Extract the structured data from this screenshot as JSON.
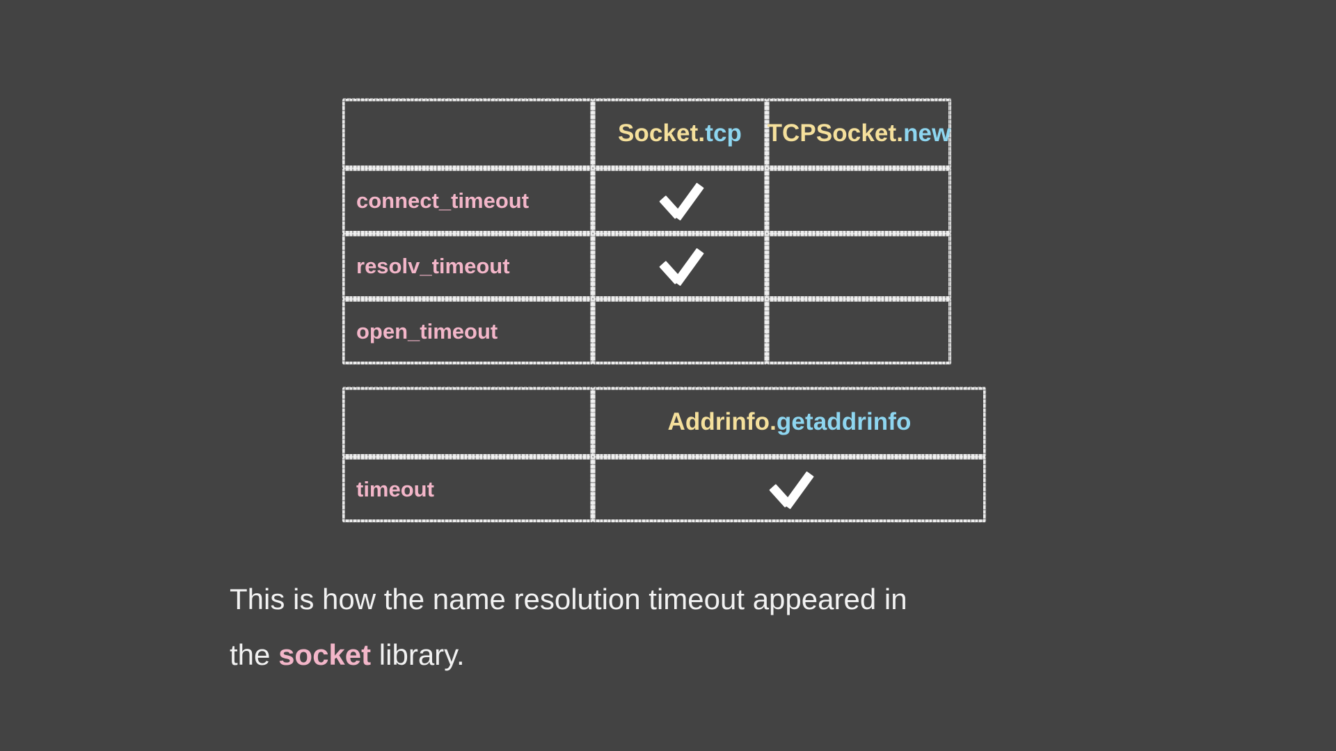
{
  "slide": {
    "background_color": "#434343",
    "accent_colors": {
      "pink": "#f3b6c9",
      "cream": "#f5e09c",
      "blue": "#8ed6f0",
      "chalk_white": "#f2f2f2"
    }
  },
  "table_socket": {
    "name": "socket-timeout-support-table",
    "corner_header": "",
    "columns": [
      {
        "prefix": "Socket.",
        "suffix": "tcp"
      },
      {
        "prefix": "TCPSocket.",
        "suffix": "new"
      }
    ],
    "rows": [
      {
        "label": "connect_timeout",
        "cells": [
          "check",
          ""
        ]
      },
      {
        "label": "resolv_timeout",
        "cells": [
          "check",
          ""
        ]
      },
      {
        "label": "open_timeout",
        "cells": [
          "",
          ""
        ]
      }
    ]
  },
  "table_addrinfo": {
    "name": "addrinfo-timeout-support-table",
    "corner_header": "",
    "columns": [
      {
        "prefix": "Addrinfo.",
        "suffix": "getaddrinfo"
      }
    ],
    "rows": [
      {
        "label": "timeout",
        "cells": [
          "check"
        ]
      }
    ]
  },
  "caption": {
    "line1_before": "This is how the name resolution timeout appeared in",
    "line2_before": "the ",
    "line2_highlight": "socket",
    "line2_after": " library."
  },
  "icons": {
    "check": "check-mark-icon"
  }
}
